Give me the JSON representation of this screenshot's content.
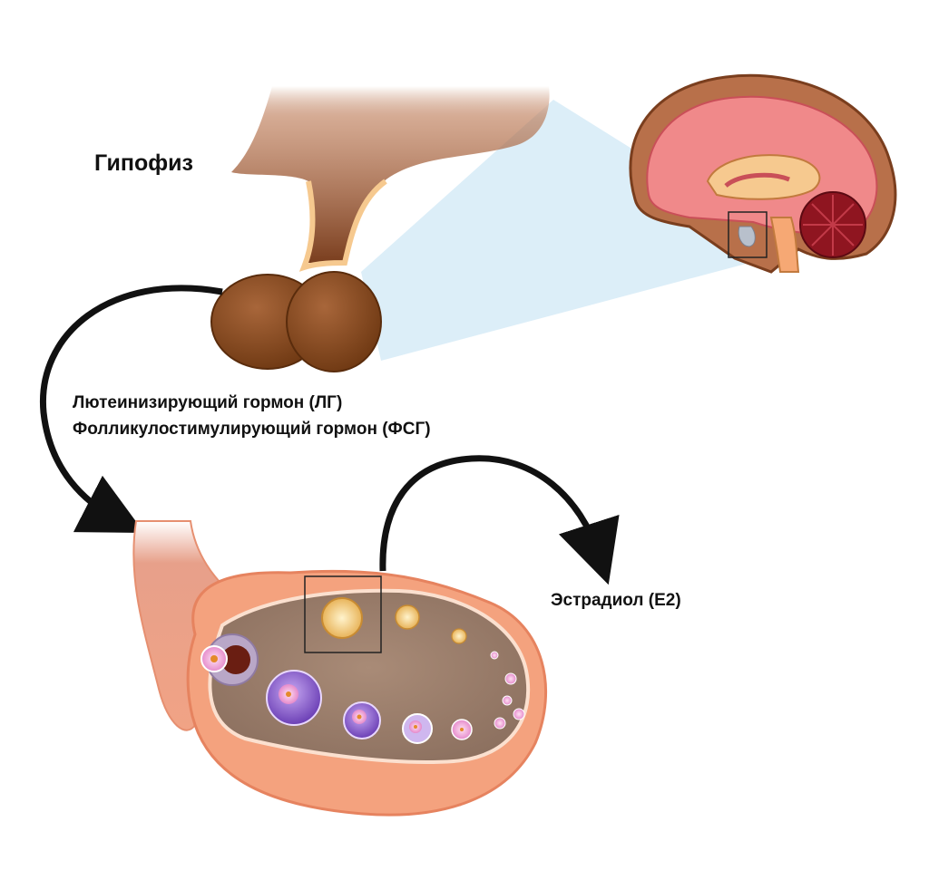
{
  "labels": {
    "pituitary": "Гипофиз",
    "lh": "Лютеинизирующий гормон (ЛГ)",
    "fsh": "Фолликулостимулирующий гормон (ФСГ)",
    "estradiol": "Эстрадиол (Е2)"
  },
  "colors": {
    "pituitary_brown": "#8b4e22",
    "stalk_highlight": "#f6c98f",
    "zoom_cone": "#d6ebf7",
    "brain_cortex": "#b8704a",
    "brain_inner": "#f0898a",
    "cerebellum": "#8f1520",
    "ovary_outer": "#f4a27e",
    "ovary_stroma": "#9b7f6d",
    "follicle_purple": "#6b3fb5",
    "follicle_pink": "#f2a6dc",
    "corpus_luteum": "#f4cd7a",
    "arrow": "#111111"
  }
}
